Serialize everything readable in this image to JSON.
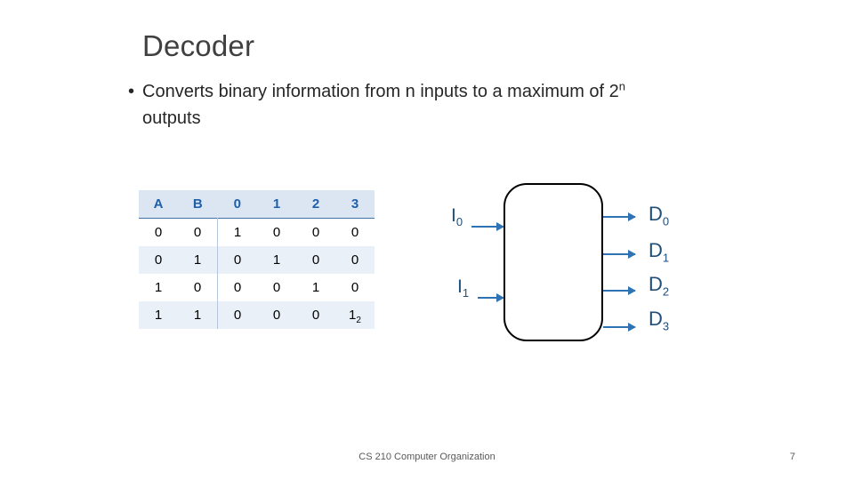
{
  "slide": {
    "title": "Decoder",
    "bullet": {
      "marker": "•",
      "text_before": "Converts binary information from n inputs to a maximum of 2",
      "exponent": "n",
      "text_after": " outputs"
    },
    "footer": "CS 210 Computer Organization",
    "page_number": "7"
  },
  "table": {
    "headers": [
      "A",
      "B",
      "0",
      "1",
      "2",
      "3"
    ],
    "rows": [
      [
        "0",
        "0",
        "1",
        "0",
        "0",
        "0"
      ],
      [
        "0",
        "1",
        "0",
        "1",
        "0",
        "0"
      ],
      [
        "1",
        "0",
        "0",
        "0",
        "1",
        "0"
      ],
      [
        "1",
        "1",
        "0",
        "0",
        "0",
        "1"
      ]
    ],
    "last_cell_subscript": "2"
  },
  "diagram": {
    "inputs": [
      {
        "base": "I",
        "sub": "0"
      },
      {
        "base": "I",
        "sub": "1"
      }
    ],
    "outputs": [
      {
        "base": "D",
        "sub": "0"
      },
      {
        "base": "D",
        "sub": "1"
      },
      {
        "base": "D",
        "sub": "2"
      },
      {
        "base": "D",
        "sub": "3"
      }
    ],
    "accent_color": "#2e74b5",
    "label_color": "#1f4e79"
  }
}
